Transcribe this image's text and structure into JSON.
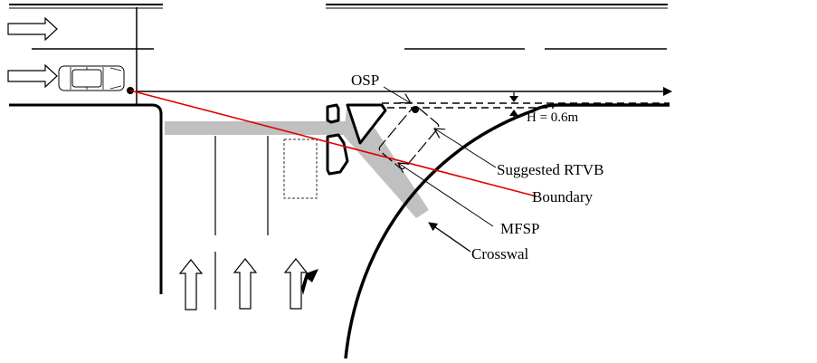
{
  "diagram": {
    "title": "Right-turn vehicle sight distance at intersection",
    "labels": {
      "osp": "OSP",
      "offset": "H =  0.6m",
      "suggested_rtvb": "Suggested RTVB",
      "boundary": "Boundary",
      "mfsp": "MFSP",
      "crosswalk": "Crosswal"
    },
    "offset_value_m": 0.6,
    "colors": {
      "line": "#000000",
      "boundary": "#e00000",
      "crosswalk": "#c0c0c0",
      "background": "#ffffff"
    },
    "lane_arrows": {
      "westbound_through": [
        "right",
        "right"
      ],
      "northbound": [
        "straight",
        "straight",
        "straight-right"
      ]
    },
    "icons": [
      "car-icon",
      "lane-arrow-icon",
      "dimension-arrow-icon",
      "sight-point-marker"
    ]
  }
}
